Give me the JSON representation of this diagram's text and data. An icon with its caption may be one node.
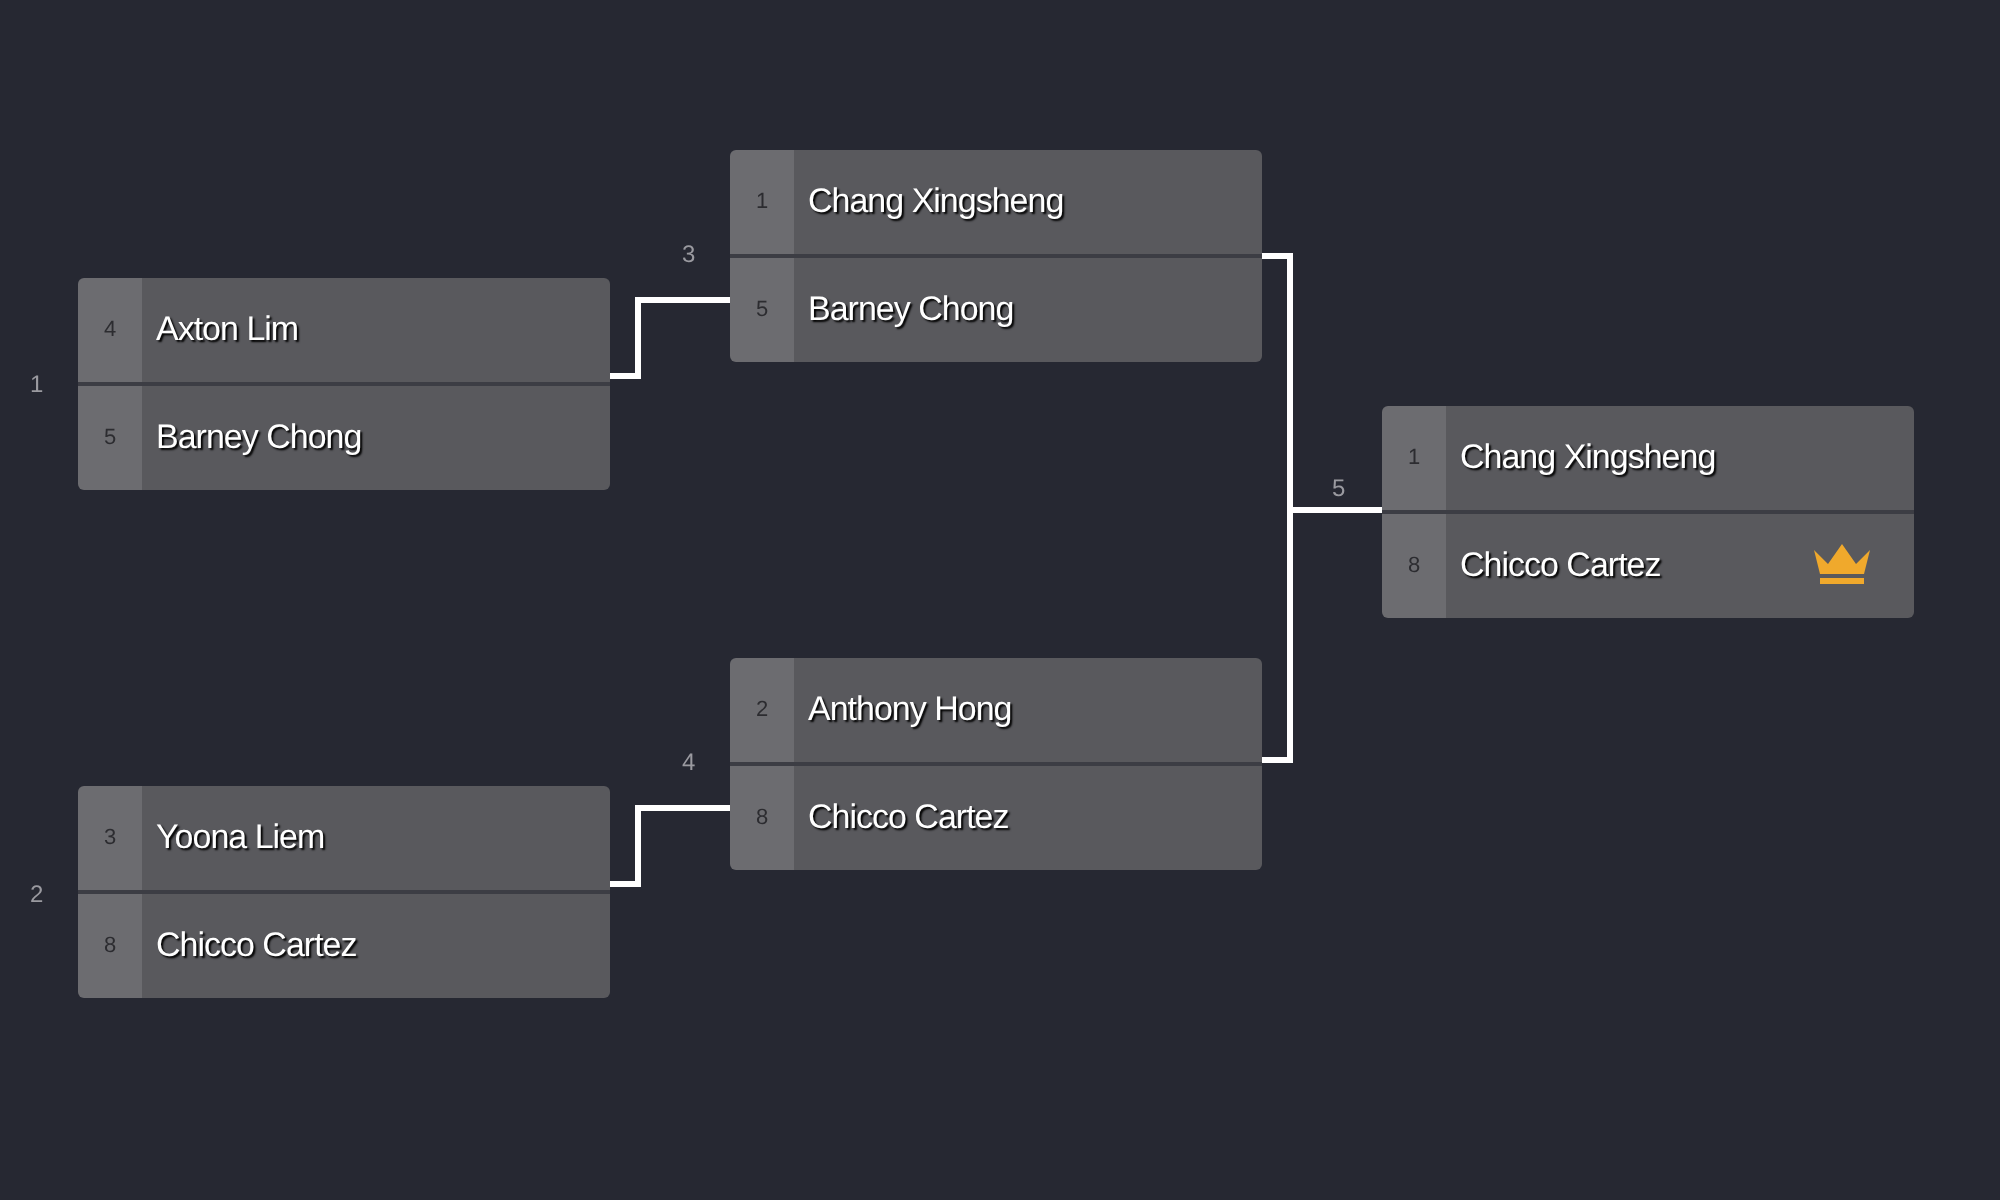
{
  "diagram": {
    "nodes": [
      {
        "text": [
          "4",
          "Axton Lim",
          "5",
          "Barney Chong"
        ],
        "beside": [
          "1"
        ]
      },
      {
        "text": [
          "3",
          "Yoona Liem",
          "8",
          "Chicco Cartez"
        ],
        "beside": [
          "2"
        ]
      },
      {
        "text": [
          "1",
          "Chang Xingsheng",
          "5",
          "Barney Chong"
        ],
        "beside": [
          "3"
        ]
      },
      {
        "text": [
          "2",
          "Anthony Hong",
          "8",
          "Chicco Cartez"
        ],
        "beside": [
          "4"
        ]
      },
      {
        "text": [
          "1",
          "Chang Xingsheng",
          "8",
          "Chicco Cartez"
        ],
        "beside": [
          "5"
        ]
      }
    ],
    "edges": [
      {
        "from": 0,
        "to": 2,
        "arrow": "none"
      },
      {
        "from": 1,
        "to": 3,
        "arrow": "none"
      },
      {
        "from": 2,
        "to": 4,
        "arrow": "none"
      },
      {
        "from": 3,
        "to": 4,
        "arrow": "none"
      }
    ]
  }
}
